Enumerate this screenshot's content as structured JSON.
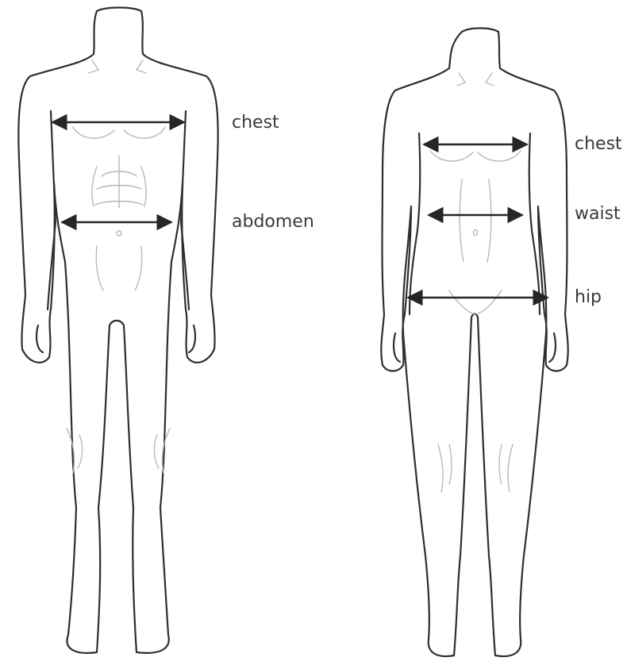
{
  "figures": [
    {
      "id": "male",
      "measurements": [
        {
          "key": "chest",
          "label": "chest"
        },
        {
          "key": "abdomen",
          "label": "abdomen"
        }
      ]
    },
    {
      "id": "female",
      "measurements": [
        {
          "key": "chest",
          "label": "chest"
        },
        {
          "key": "waist",
          "label": "waist"
        },
        {
          "key": "hip",
          "label": "hip"
        }
      ]
    }
  ],
  "colors": {
    "outline": "#2f2f2f",
    "detail": "#b8b8b8",
    "arrow": "#262626",
    "text": "#3a3a3a"
  }
}
